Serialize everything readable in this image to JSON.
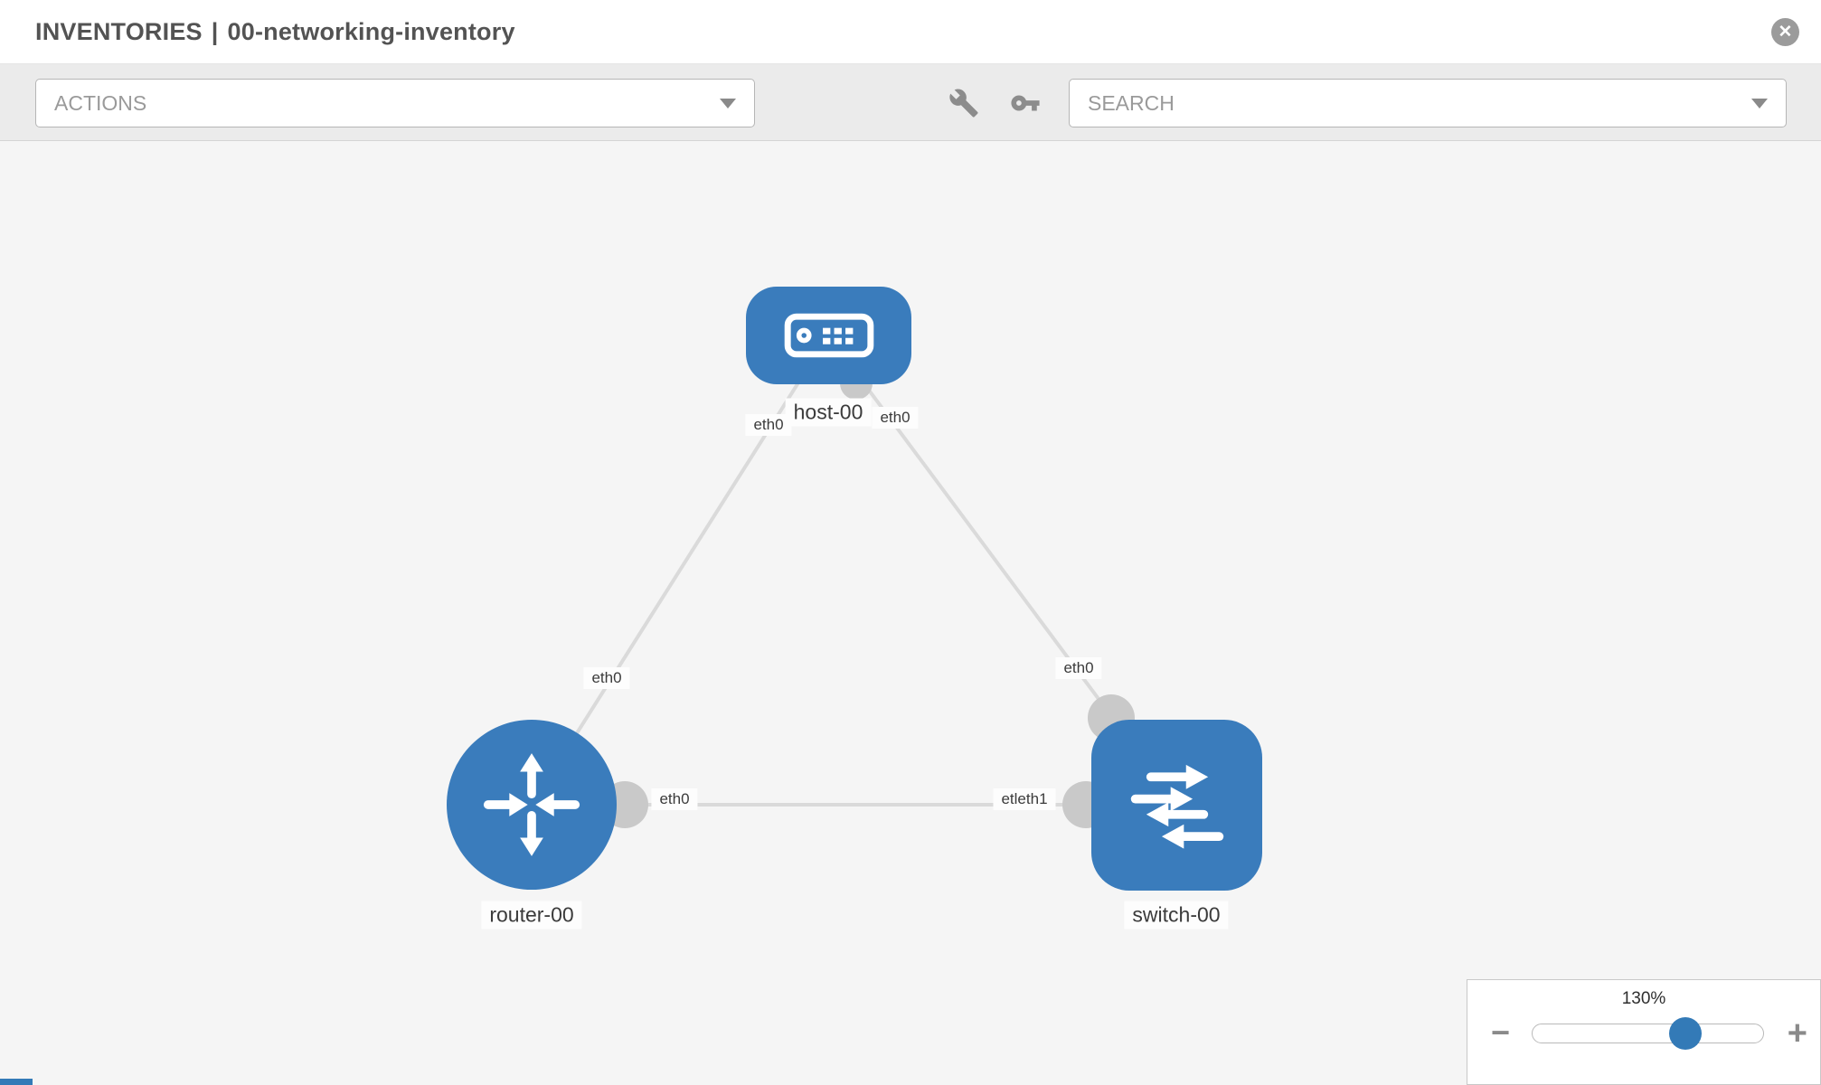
{
  "header": {
    "breadcrumb": "INVENTORIES",
    "separator": "|",
    "inventory_name": "00-networking-inventory",
    "close_glyph": "✕"
  },
  "toolbar": {
    "actions_label": "ACTIONS",
    "search_label": "SEARCH",
    "icons": [
      "wrench-icon",
      "key-icon"
    ]
  },
  "topology": {
    "nodes": [
      {
        "id": "host-00",
        "label": "host-00",
        "type": "host"
      },
      {
        "id": "router-00",
        "label": "router-00",
        "type": "router"
      },
      {
        "id": "switch-00",
        "label": "switch-00",
        "type": "switch"
      }
    ],
    "ports": [
      {
        "text": "eth0",
        "attached_to": "host-00",
        "side": "left"
      },
      {
        "text": "eth0",
        "attached_to": "host-00",
        "side": "right"
      },
      {
        "text": "eth0",
        "attached_to": "router-00",
        "side": "top"
      },
      {
        "text": "eth0",
        "attached_to": "router-00",
        "side": "right"
      },
      {
        "text": "eth0",
        "attached_to": "switch-00",
        "side": "top"
      },
      {
        "text": "etleth1",
        "attached_to": "switch-00",
        "side": "left"
      }
    ],
    "links": [
      {
        "from": "host-00",
        "to": "router-00"
      },
      {
        "from": "host-00",
        "to": "switch-00"
      },
      {
        "from": "router-00",
        "to": "switch-00"
      }
    ]
  },
  "zoom": {
    "level": "130%",
    "percent": 130,
    "minus_glyph": "−",
    "plus_glyph": "+"
  },
  "colors": {
    "node_blue": "#3a7cbc",
    "link_gray": "#dadada",
    "endpoint_gray": "#c9c9c9",
    "toolbar_bg": "#ebebeb",
    "canvas_bg": "#f5f5f5"
  }
}
